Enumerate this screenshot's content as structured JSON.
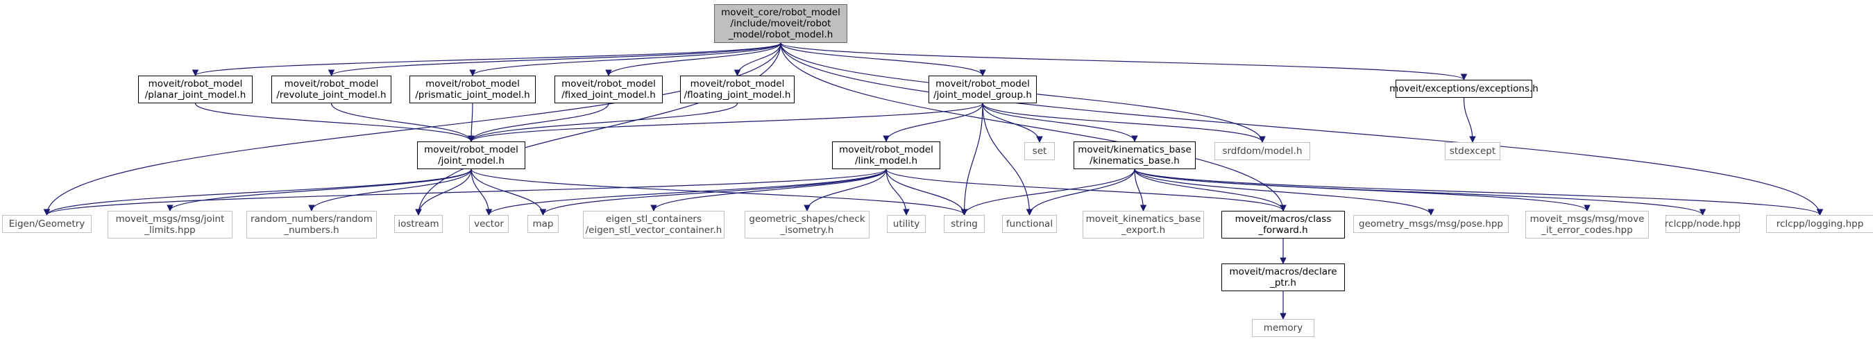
{
  "colors": {
    "edge": "#191970",
    "root_fill": "#bfbfbf",
    "internal_border": "#000000",
    "external_border": "#bfbfbf"
  },
  "nodes": {
    "root": "moveit_core/robot_model\n/include/moveit/robot\n_model/robot_model.h",
    "planar": "moveit/robot_model\n/planar_joint_model.h",
    "revolute": "moveit/robot_model\n/revolute_joint_model.h",
    "prismatic": "moveit/robot_model\n/prismatic_joint_model.h",
    "fixed": "moveit/robot_model\n/fixed_joint_model.h",
    "floating": "moveit/robot_model\n/floating_joint_model.h",
    "jmg": "moveit/robot_model\n/joint_model_group.h",
    "exceptions": "moveit/exceptions/exceptions.h",
    "stdexcept": "stdexcept",
    "joint_model": "moveit/robot_model\n/joint_model.h",
    "link_model": "moveit/robot_model\n/link_model.h",
    "set": "set",
    "kinematics_base": "moveit/kinematics_base\n/kinematics_base.h",
    "srdf": "srdfdom/model.h",
    "eigen_geometry": "Eigen/Geometry",
    "joint_limits": "moveit_msgs/msg/joint\n_limits.hpp",
    "random_numbers": "random_numbers/random\n_numbers.h",
    "iostream": "iostream",
    "vector": "vector",
    "map": "map",
    "eigen_stl": "eigen_stl_containers\n/eigen_stl_vector_container.h",
    "check_isometry": "geometric_shapes/check\n_isometry.h",
    "utility": "utility",
    "string": "string",
    "functional": "functional",
    "kb_export": "moveit_kinematics_base\n_export.h",
    "class_forward": "moveit/macros/class\n_forward.h",
    "pose": "geometry_msgs/msg/pose.hpp",
    "error_codes": "moveit_msgs/msg/move\n_it_error_codes.hpp",
    "node_hpp": "rclcpp/node.hpp",
    "logging": "rclcpp/logging.hpp",
    "declare_ptr": "moveit/macros/declare\n_ptr.h",
    "memory": "memory"
  }
}
